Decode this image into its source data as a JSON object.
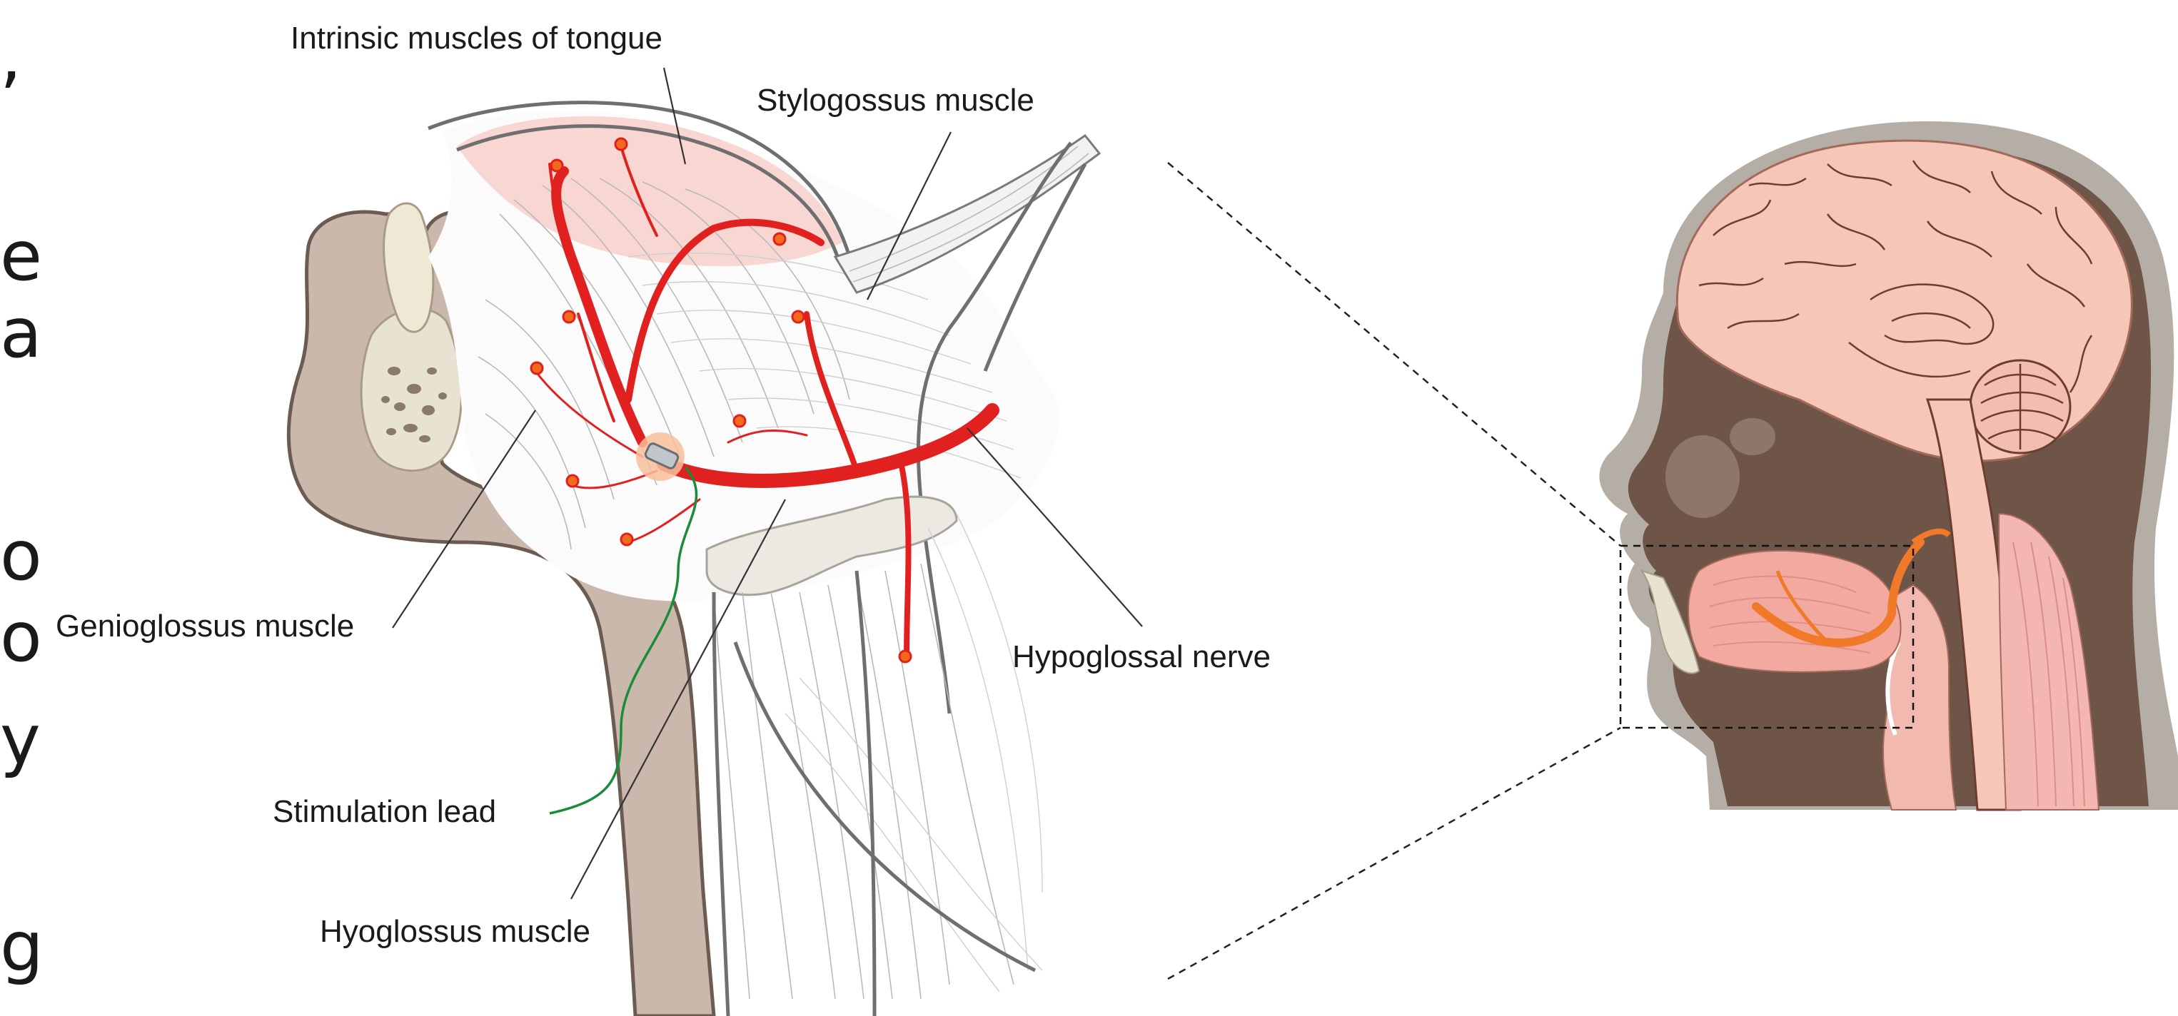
{
  "labels": {
    "intrinsic": "Intrinsic muscles of tongue",
    "stylogossus": "Stylogossus muscle",
    "genioglossus": "Genioglossus muscle",
    "hypoglossal": "Hypoglossal nerve",
    "stimulation": "Stimulation lead",
    "hyoglossus": "Hyoglossus muscle"
  },
  "cut_text": {
    "line1": ",",
    "line2": "e",
    "line3": "a",
    "line4": "o",
    "line5": "o",
    "line6": "y",
    "line7": "g"
  },
  "colors": {
    "nerve": "#e0211f",
    "lead": "#1a8c3a",
    "bone": "#c9b8ab",
    "brain": "#f6c6b8",
    "head_tissue": "#6e5548",
    "hypoglossal_highlight": "#f07a2a"
  }
}
